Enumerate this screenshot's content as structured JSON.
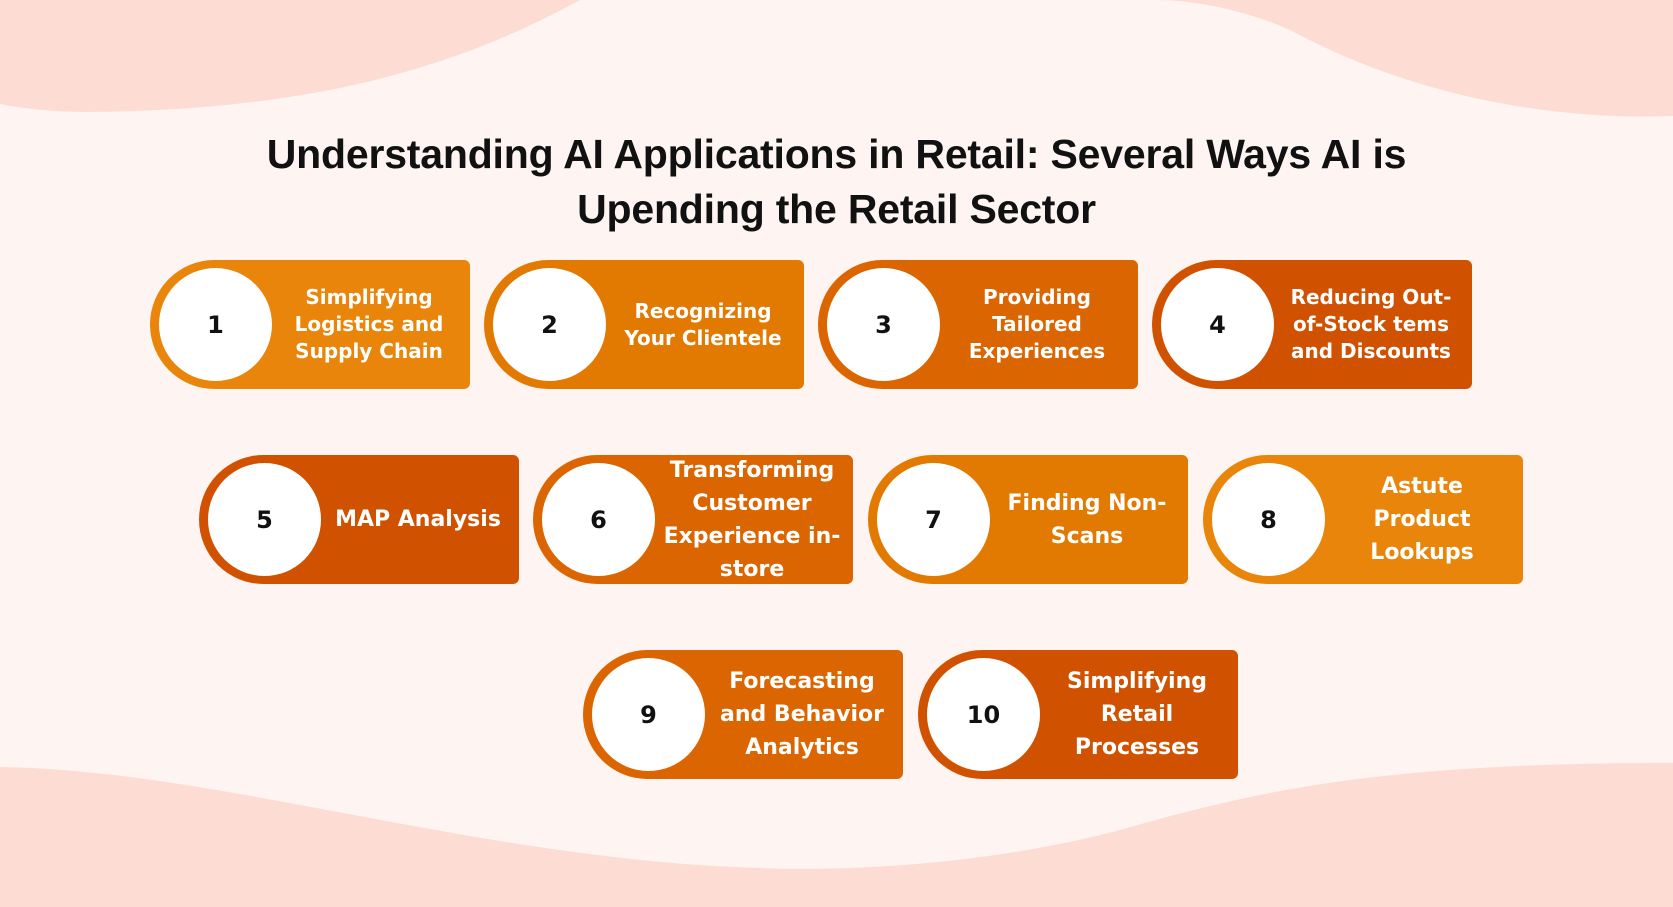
{
  "title": {
    "line1": "Understanding AI Applications in Retail: Several Ways AI is",
    "line2": "Upending the Retail Sector"
  },
  "colors": {
    "background": "#FEF4F1",
    "wave": "#FDDDD3",
    "card_shade_1": "#E8850A",
    "card_shade_2": "#E27A02",
    "card_shade_3": "#DB6500",
    "card_shade_4": "#D05200",
    "circle": "#FFFFFF",
    "number_text": "#111111",
    "label_text": "#FFFFFF"
  },
  "items": [
    {
      "number": "1",
      "label": "Simplifying Logistics and Supply Chain"
    },
    {
      "number": "2",
      "label": "Recognizing Your Clientele"
    },
    {
      "number": "3",
      "label": "Providing Tailored Experiences"
    },
    {
      "number": "4",
      "label": "Reducing Out-of-Stock tems and Discounts"
    },
    {
      "number": "5",
      "label": "MAP Analysis"
    },
    {
      "number": "6",
      "label": "Transforming Customer Experience in-store"
    },
    {
      "number": "7",
      "label": "Finding Non-Scans"
    },
    {
      "number": "8",
      "label": "Astute Product Lookups"
    },
    {
      "number": "9",
      "label": "Forecasting and Behavior Analytics"
    },
    {
      "number": "10",
      "label": "Simplifying Retail Processes"
    }
  ]
}
